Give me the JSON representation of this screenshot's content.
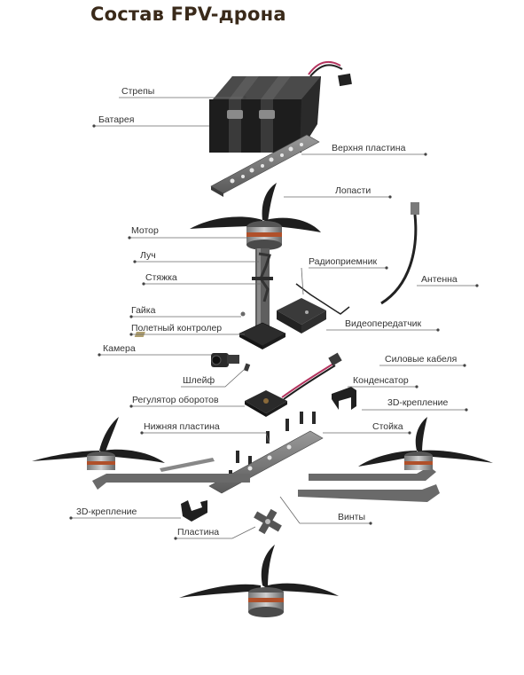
{
  "title": "Состав FPV-дрона",
  "labels": {
    "straps": "Стрепы",
    "battery": "Батарея",
    "top_plate": "Верхня пластина",
    "propellers": "Лопасти",
    "motor": "Мотор",
    "arm": "Луч",
    "zip_tie": "Стяжка",
    "receiver": "Радиоприемник",
    "antenna": "Антенна",
    "nut": "Гайка",
    "flight_controller": "Полетный контролер",
    "video_transmitter": "Видеопередатчик",
    "camera": "Камера",
    "power_cables": "Силовые кабеля",
    "ribbon_cable": "Шлейф",
    "capacitor": "Конденсатор",
    "esc": "Регулятор оборотов",
    "mount_3d_right": "3D-крепление",
    "bottom_plate": "Нижняя пластина",
    "standoff": "Стойка",
    "mount_3d_left": "3D-крепление",
    "screws": "Винты",
    "plate": "Пластина"
  }
}
